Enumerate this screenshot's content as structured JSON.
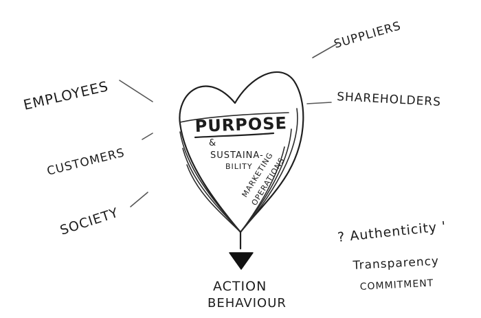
{
  "labels": {
    "employees": "EMPLOYEES",
    "customers": "CUSTOMERS",
    "society": "SOCIETY",
    "suppliers": "SUPPLIERS",
    "shareholders": "SHAREHOLDERS",
    "purpose": "PURPOSE",
    "ampersand": "&",
    "sustainability_line1": "SUSTAINA-",
    "sustainability_line2": "BILITY",
    "marketing": "MARKETING",
    "operations": "OPERATIONS",
    "action": "ACTION",
    "behaviour": "BEHAVIOUR",
    "authenticity": "? Authenticity '",
    "transparency": "Transparency",
    "commitment": "COMMITMENT"
  },
  "colors": {
    "ink": "#1f1f1f",
    "paper": "#ffffff"
  }
}
